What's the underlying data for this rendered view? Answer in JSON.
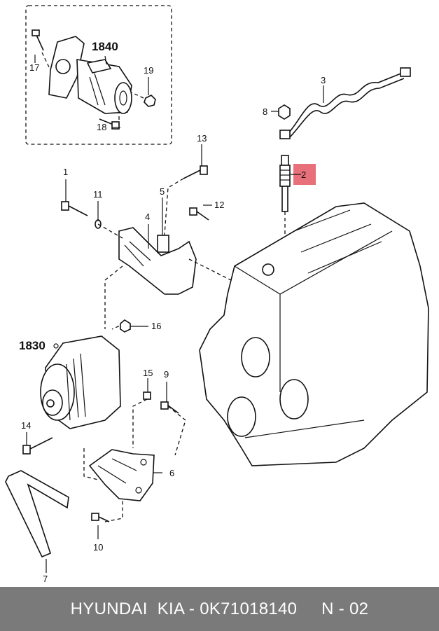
{
  "group_labels": {
    "starter": "1840",
    "alternator": "1830"
  },
  "callouts": {
    "c1": "1",
    "c2": "2",
    "c3": "3",
    "c4": "4",
    "c5": "5",
    "c6": "6",
    "c7": "7",
    "c8": "8",
    "c9": "9",
    "c10": "10",
    "c11": "11",
    "c12": "12",
    "c13": "13",
    "c14": "14",
    "c15": "15",
    "c16": "16",
    "c17": "17",
    "c18": "18",
    "c19": "19"
  },
  "highlight_color": "#e8707a",
  "footer": {
    "text": "HYUNDAI  KIA - 0K71018140     N - 02"
  }
}
